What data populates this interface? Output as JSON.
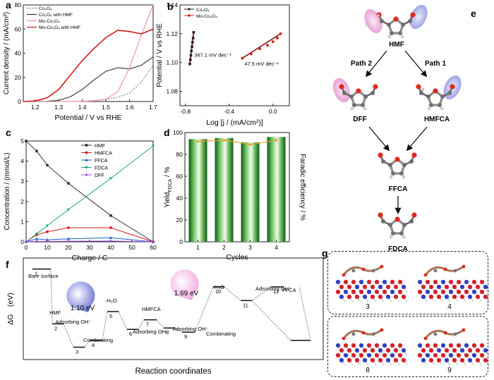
{
  "chart_data": [
    {
      "panel": "a",
      "type": "line",
      "xlabel": "Potential / V vs RHE",
      "ylabel": "Current density / (mA/cm²)",
      "xlim": [
        1.15,
        1.7
      ],
      "ylim": [
        0,
        80
      ],
      "xticks": [
        "1.2",
        "1.3",
        "1.4",
        "1.5",
        "1.6",
        "1.7"
      ],
      "yticks": [
        "0",
        "20",
        "40",
        "60",
        "80"
      ],
      "series": [
        {
          "name": "Co₃O₄",
          "color": "#777777",
          "dash": "2,2",
          "x": [
            1.15,
            1.3,
            1.4,
            1.45,
            1.5,
            1.55,
            1.6,
            1.65,
            1.7
          ],
          "y": [
            0,
            0,
            0.3,
            0.8,
            1.8,
            3.5,
            7,
            16,
            30
          ]
        },
        {
          "name": "Co₃O₄ with HMF",
          "color": "#333333",
          "dash": "",
          "x": [
            1.15,
            1.25,
            1.3,
            1.35,
            1.4,
            1.45,
            1.5,
            1.55,
            1.6,
            1.65,
            1.7
          ],
          "y": [
            0,
            0.2,
            1,
            4,
            10,
            18,
            25,
            28,
            27,
            30,
            37
          ]
        },
        {
          "name": "Mo-Co₃O₄",
          "color": "#ef8f9a",
          "dash": "",
          "x": [
            1.15,
            1.4,
            1.45,
            1.5,
            1.55,
            1.6,
            1.65,
            1.7
          ],
          "y": [
            0,
            0,
            0.5,
            2,
            8,
            28,
            55,
            80
          ]
        },
        {
          "name": "Mo-Co₃O₄ with HMF",
          "color": "#d81818",
          "dash": "",
          "x": [
            1.15,
            1.2,
            1.25,
            1.3,
            1.35,
            1.4,
            1.45,
            1.5,
            1.55,
            1.6,
            1.65,
            1.7
          ],
          "y": [
            0,
            0.5,
            3,
            10,
            22,
            34,
            44,
            53,
            59,
            58,
            56,
            60
          ]
        }
      ]
    },
    {
      "panel": "b",
      "type": "scatter",
      "xlabel": "Log [j / (mA/cm²)]",
      "ylabel": "Potential / V vs RHE",
      "xlim": [
        -0.85,
        0.15
      ],
      "ylim": [
        1.07,
        1.14
      ],
      "xticks": [
        "-0.8",
        "-0.4",
        "0.0"
      ],
      "yticks": [
        "1.08",
        "1.10",
        "1.12",
        "1.14"
      ],
      "series": [
        {
          "name": "Co₃O₄",
          "color": "#222222",
          "fit": "347.1 mV dec⁻¹",
          "x": [
            -0.76,
            -0.755,
            -0.75,
            -0.745,
            -0.74,
            -0.735,
            -0.73,
            -0.725
          ],
          "y": [
            1.099,
            1.102,
            1.105,
            1.108,
            1.111,
            1.114,
            1.117,
            1.121
          ]
        },
        {
          "name": "Mo-Co₃O₄",
          "color": "#d81818",
          "fit": "47.5 mV dec⁻¹",
          "x": [
            -0.28,
            -0.2,
            -0.12,
            -0.05,
            0,
            0.04,
            0.07
          ],
          "y": [
            1.103,
            1.106,
            1.1095,
            1.112,
            1.1145,
            1.117,
            1.12
          ]
        }
      ]
    },
    {
      "panel": "c",
      "type": "line",
      "xlabel": "Charge / C",
      "ylabel": "Concentration / (mmol/L)",
      "xlim": [
        0,
        60
      ],
      "ylim": [
        0,
        5
      ],
      "xticks": [
        "0",
        "10",
        "20",
        "30",
        "40",
        "50",
        "60"
      ],
      "yticks": [
        "0",
        "1",
        "2",
        "3",
        "4",
        "5"
      ],
      "x": [
        0,
        5,
        10,
        20,
        40,
        60
      ],
      "series": [
        {
          "name": "HMF",
          "color": "#333333",
          "marker": "square",
          "values": [
            5,
            4.5,
            3.8,
            2.9,
            1.3,
            0
          ]
        },
        {
          "name": "HMFCA",
          "color": "#d81818",
          "marker": "circle",
          "values": [
            0,
            0.35,
            0.5,
            0.7,
            0.7,
            0
          ]
        },
        {
          "name": "FFCA",
          "color": "#1f5fcf",
          "marker": "triangle",
          "values": [
            0,
            0.15,
            0.1,
            0.15,
            0.2,
            0
          ]
        },
        {
          "name": "FDCA",
          "color": "#18a878",
          "marker": "triangle-down",
          "values": [
            0,
            0.4,
            0.8,
            1.6,
            3.15,
            4.75
          ]
        },
        {
          "name": "DFF",
          "color": "#9b4fd6",
          "marker": "diamond",
          "values": [
            0,
            0.02,
            0.02,
            0.03,
            0.04,
            0
          ]
        }
      ]
    },
    {
      "panel": "d",
      "type": "bar",
      "xlabel": "Cycles",
      "ylabel": "Yield",
      "ylabel_sub": "FDCA",
      "ylabel_tail": " / %",
      "ylabel_right": "Faradic efficiency / %",
      "categories": [
        "1",
        "2",
        "3",
        "4"
      ],
      "ylim": [
        0,
        100
      ],
      "yticks": [
        "0",
        "20",
        "40",
        "60",
        "80",
        "100"
      ],
      "values": [
        94,
        95,
        91,
        96
      ],
      "fe_values": [
        92,
        93,
        89,
        93
      ]
    },
    {
      "panel": "f",
      "type": "line",
      "subtype": "free-energy diagram",
      "xlabel": "Reaction coordinates",
      "ylabel": "ΔG　(eV)",
      "ylim": [
        -3.3,
        0.4
      ],
      "levels": [
        {
          "n": "1",
          "label": "Bare surface",
          "value": 0
        },
        {
          "n": "2",
          "label": "HMF",
          "value": -2.0
        },
        {
          "n": "3",
          "label": "Adsorbing OH⁻",
          "value": -2.85
        },
        {
          "n": "4",
          "label": "Combinating",
          "value": -2.6
        },
        {
          "n": "5",
          "label": "-H₂O",
          "value": -1.55
        },
        {
          "n": "6",
          "label": "Adsorbing OH⁻",
          "value": -2.2
        },
        {
          "n": "7",
          "label": "HMFCA",
          "value": -1.85
        },
        {
          "n": "8",
          "label": "Adsorbing OH⁻",
          "value": -2.15
        },
        {
          "n": "9",
          "label": "Combinating",
          "value": -2.3
        },
        {
          "n": "10",
          "label": "-H₂O",
          "value": -0.65
        },
        {
          "n": "11",
          "label": "Adsorbing OH⁻",
          "value": -1.15
        },
        {
          "n": "12",
          "label": "FFCA",
          "value": -0.65
        }
      ],
      "barriers": [
        "1.10 eV",
        "1.69 eV"
      ],
      "unlabeled_level": -2.6
    }
  ],
  "panel_labels": [
    "a",
    "b",
    "c",
    "d",
    "e",
    "f",
    "g"
  ],
  "scheme_e": {
    "hmf": "HMF",
    "dff": "DFF",
    "hmfca": "HMFCA",
    "ffca": "FFCA",
    "fdca": "FDCA",
    "path1": "Path 1",
    "path2": "Path 2"
  },
  "panel_g_labels": [
    "3",
    "4",
    "8",
    "9"
  ],
  "colors": {
    "red": "#d81818",
    "green": "#2e8b2e",
    "orange": "#f0a020",
    "blue": "#2f3fc6"
  }
}
